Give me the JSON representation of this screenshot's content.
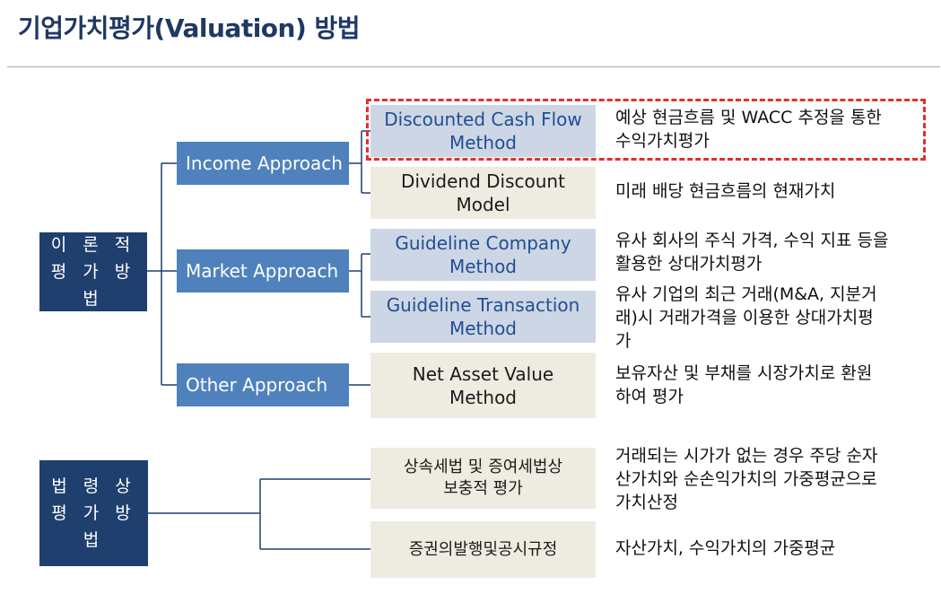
{
  "title": "기업가치평가(Valuation) 방법",
  "groups": {
    "theory": [
      "이 론 적",
      "평 가 방 법"
    ],
    "legal": [
      "법 령 상",
      "평 가 방 법"
    ]
  },
  "approaches": {
    "income": "Income Approach",
    "market": "Market Approach",
    "other": "Other Approach"
  },
  "methods": {
    "dcf": [
      "Discounted Cash Flow",
      "Method"
    ],
    "ddm": [
      "Dividend Discount",
      "Model"
    ],
    "gcm": [
      "Guideline Company",
      "Method"
    ],
    "gtm": [
      "Guideline Transaction",
      "Method"
    ],
    "nav": [
      "Net Asset Value",
      "Method"
    ],
    "inheritance": [
      "상속세법 및 증여세법상",
      "보충적 평가"
    ],
    "securities": "증권의발행및공시규정"
  },
  "descriptions": {
    "dcf": [
      "예상 현금흐름 및 WACC 추정을 통한",
      "수익가치평가"
    ],
    "ddm": "미래 배당 현금흐름의 현재가치",
    "gcm": [
      "유사 회사의 주식 가격, 수익 지표 등을",
      "활용한 상대가치평가"
    ],
    "gtm": [
      "유사 기업의 최근 거래(M&A, 지분거",
      "래)시 거래가격을 이용한 상대가치평",
      "가"
    ],
    "nav": [
      "보유자산 및 부채를 시장가치로 환원",
      "하여 평가"
    ],
    "inheritance": [
      "거래되는 시가가 없는 경우 주당 순자",
      "산가치와 순손익가치의 가중평균으로",
      "가치산정"
    ],
    "securities": "자산가치, 수익가치의 가중평균"
  },
  "colors": {
    "title": "#1f3864",
    "group_box": "#1f3f6e",
    "approach_box": "#4f81bd",
    "method_blue": "#cdd6e4",
    "method_beige": "#eeece1",
    "highlight": "#e03030"
  }
}
